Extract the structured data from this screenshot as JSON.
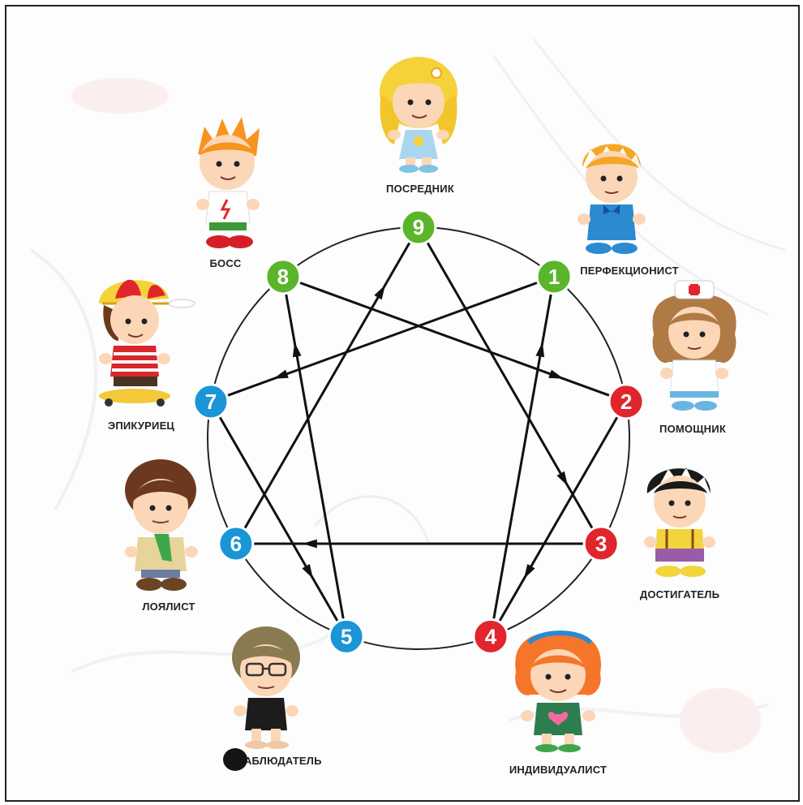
{
  "colors": {
    "green": "#5bb52b",
    "red": "#e0262c",
    "blue": "#1a95d6",
    "arrow": "#111111",
    "circle": "#222222"
  },
  "nodes": [
    {
      "n": "1",
      "group": "green"
    },
    {
      "n": "2",
      "group": "red"
    },
    {
      "n": "3",
      "group": "red"
    },
    {
      "n": "4",
      "group": "red"
    },
    {
      "n": "5",
      "group": "blue"
    },
    {
      "n": "6",
      "group": "blue"
    },
    {
      "n": "7",
      "group": "blue"
    },
    {
      "n": "8",
      "group": "green"
    },
    {
      "n": "9",
      "group": "green"
    }
  ],
  "arrows": [
    [
      "1",
      "7"
    ],
    [
      "7",
      "5"
    ],
    [
      "5",
      "8"
    ],
    [
      "8",
      "2"
    ],
    [
      "2",
      "4"
    ],
    [
      "4",
      "1"
    ],
    [
      "9",
      "3"
    ],
    [
      "3",
      "6"
    ],
    [
      "6",
      "9"
    ]
  ],
  "labels": {
    "mediator": "ПОСРЕДНИК",
    "boss": "БОСС",
    "perfectionist": "ПЕРФЕКЦИОНИСТ",
    "helper": "ПОМОЩНИК",
    "epicurean": "ЭПИКУРИЕЦ",
    "achiever": "ДОСТИГАТЕЛЬ",
    "loyalist": "ЛОЯЛИСТ",
    "observer": "НАБЛЮДАТЕЛЬ",
    "individualist": "ИНДИВИДУАЛИСТ"
  }
}
